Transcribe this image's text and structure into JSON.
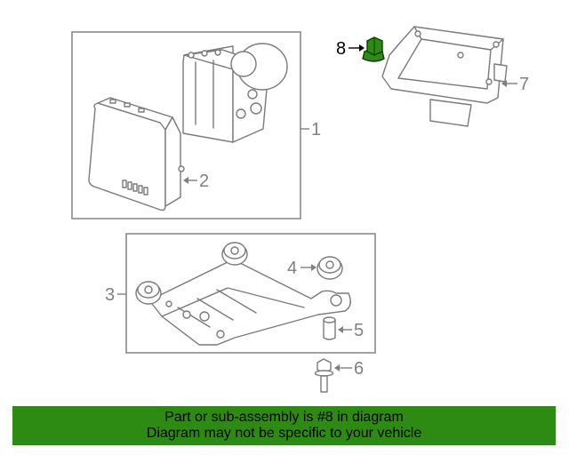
{
  "callouts": [
    {
      "id": "1",
      "label": "1"
    },
    {
      "id": "2",
      "label": "2"
    },
    {
      "id": "3",
      "label": "3"
    },
    {
      "id": "4",
      "label": "4"
    },
    {
      "id": "5",
      "label": "5"
    },
    {
      "id": "6",
      "label": "6"
    },
    {
      "id": "7",
      "label": "7"
    },
    {
      "id": "8",
      "label": "8"
    }
  ],
  "highlighted_part": "8",
  "highlight_color": "#2d8a12",
  "banner": {
    "line1": "Part or sub-assembly is #8 in diagram",
    "line2": "Diagram may not be specific to your vehicle",
    "background": "#2d8a12"
  }
}
